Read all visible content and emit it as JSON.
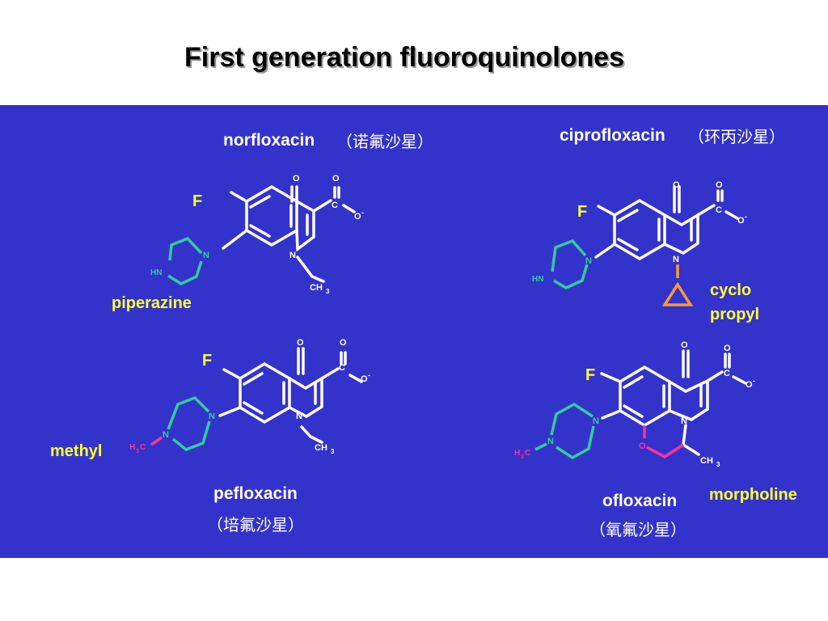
{
  "title": "First generation fluoroquinolones",
  "colors": {
    "panel": "#3333cc",
    "bond": "#ffffff",
    "piperazine": "#33cc99",
    "methyl": "#ff3399",
    "cyclopropyl": "#ff9933",
    "morpholine_ring": "#ff3399",
    "label": "#ffff33"
  },
  "compounds": {
    "norfloxacin": {
      "name": "norfloxacin",
      "cn": "（诺氟沙星）",
      "substituent_label": "piperazine"
    },
    "ciprofloxacin": {
      "name": "ciprofloxacin",
      "cn": "（环丙沙星）",
      "substituent_label_1": "cyclo",
      "substituent_label_2": "propyl"
    },
    "pefloxacin": {
      "name": "pefloxacin",
      "cn": "（培氟沙星）",
      "substituent_label": "methyl"
    },
    "ofloxacin": {
      "name": "ofloxacin",
      "cn": "（氧氟沙星）",
      "substituent_label": "morpholine"
    }
  },
  "atoms": {
    "F": "F",
    "O": "O",
    "C": "C",
    "O_minus": "O",
    "minus": "-",
    "N": "N",
    "HN": "HN",
    "CH": "CH",
    "sub3": "3",
    "H": "H",
    "C_m": "C"
  }
}
